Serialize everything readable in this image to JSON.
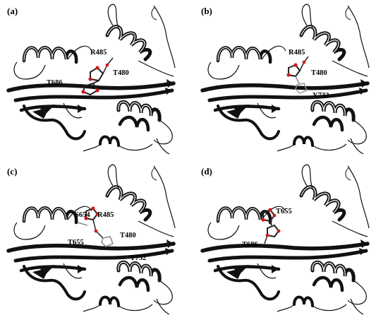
{
  "panels": [
    {
      "label": "(a)",
      "residues": [
        "R485",
        "T480",
        "T686"
      ]
    },
    {
      "label": "(b)",
      "residues": [
        "R485",
        "T480",
        "Y732"
      ]
    },
    {
      "label": "(c)",
      "residues": [
        "S654",
        "R485",
        "T655",
        "T480",
        "Y732"
      ]
    },
    {
      "label": "(d)",
      "residues": [
        "T655",
        "T686"
      ]
    }
  ],
  "colors": {
    "ribbon": "#111111",
    "ligand_oxygen": "#d11a1a",
    "ligand_carbon": "#222222",
    "background": "#ffffff"
  }
}
